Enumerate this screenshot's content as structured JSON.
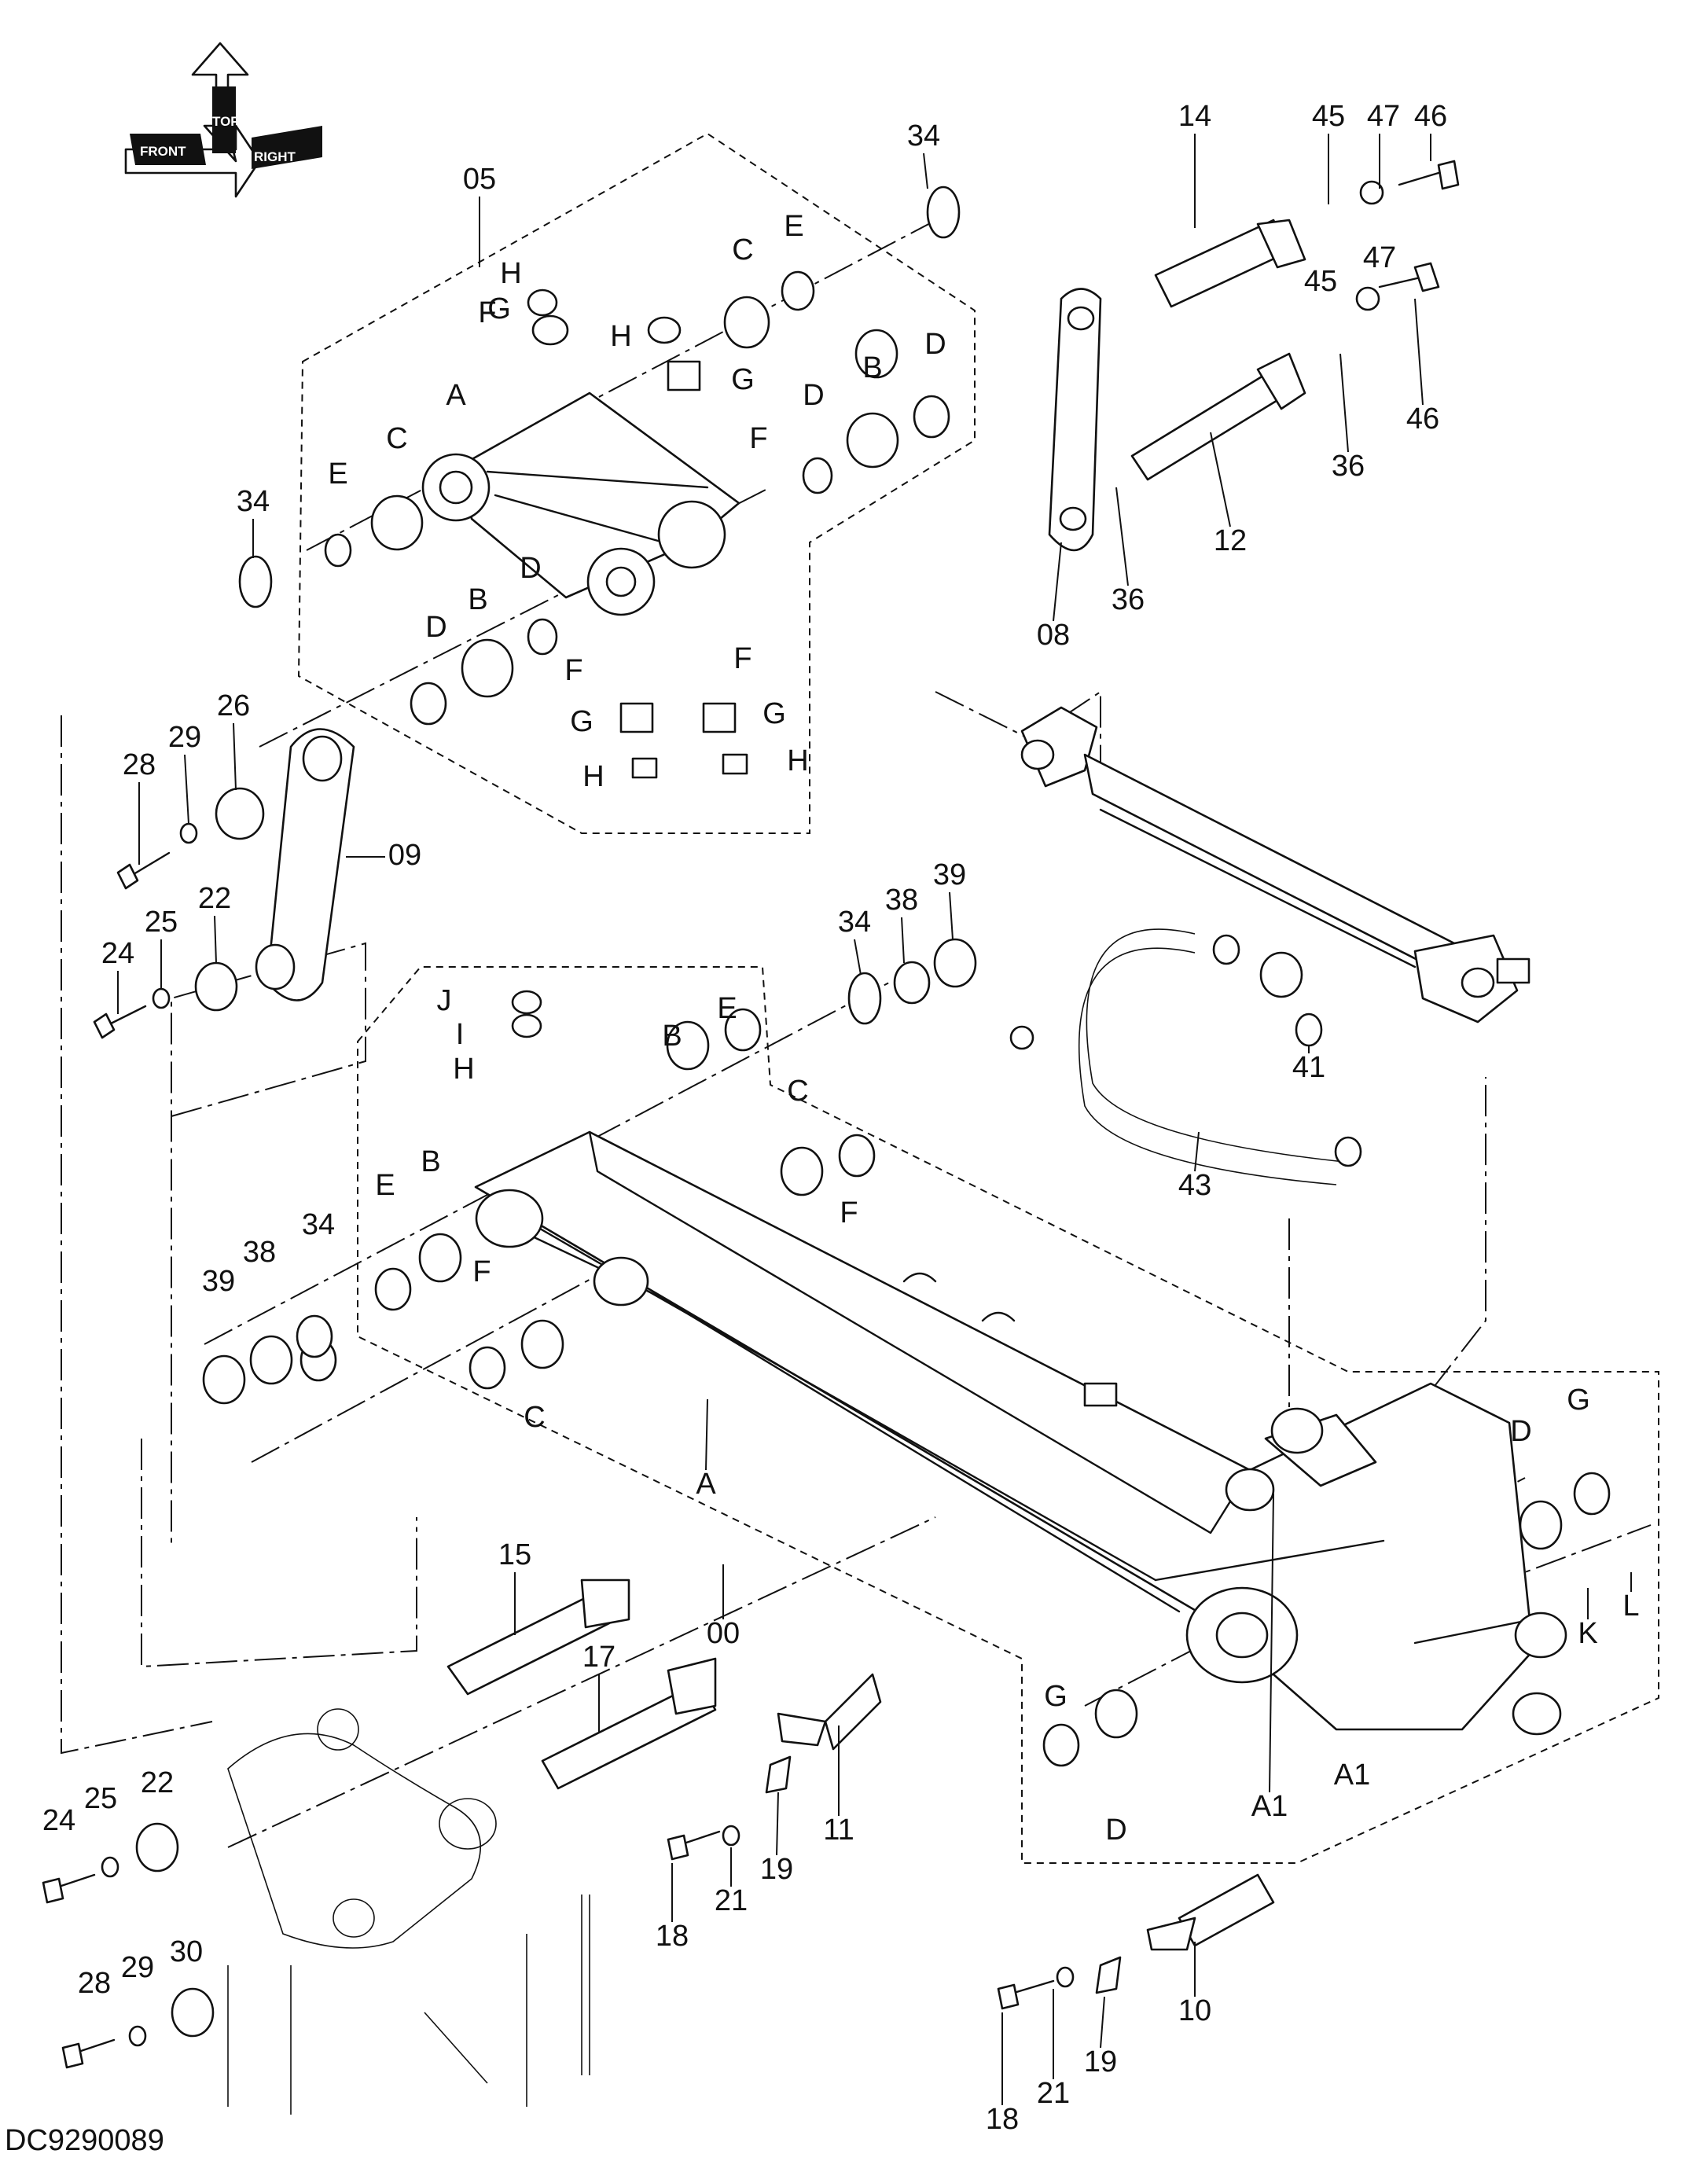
{
  "drawing_code": "DC9290089",
  "orientation": {
    "front": "FRONT",
    "top": "TOP",
    "right": "RIGHT"
  },
  "labels": {
    "n00": "00",
    "n05": "05",
    "n08": "08",
    "n09": "09",
    "n10": "10",
    "n11": "11",
    "n12": "12",
    "n14": "14",
    "n15": "15",
    "n17": "17",
    "n18": "18",
    "n19": "19",
    "n21": "21",
    "n22": "22",
    "n24": "24",
    "n25": "25",
    "n26": "26",
    "n28": "28",
    "n29": "29",
    "n30": "30",
    "n34": "34",
    "n36": "36",
    "n38": "38",
    "n39": "39",
    "n41": "41",
    "n43": "43",
    "n45": "45",
    "n46": "46",
    "n47": "47",
    "A": "A",
    "A1": "A1",
    "B": "B",
    "C": "C",
    "D": "D",
    "E": "E",
    "F": "F",
    "G": "G",
    "H": "H",
    "I": "I",
    "J": "J",
    "K": "K",
    "L": "L"
  }
}
